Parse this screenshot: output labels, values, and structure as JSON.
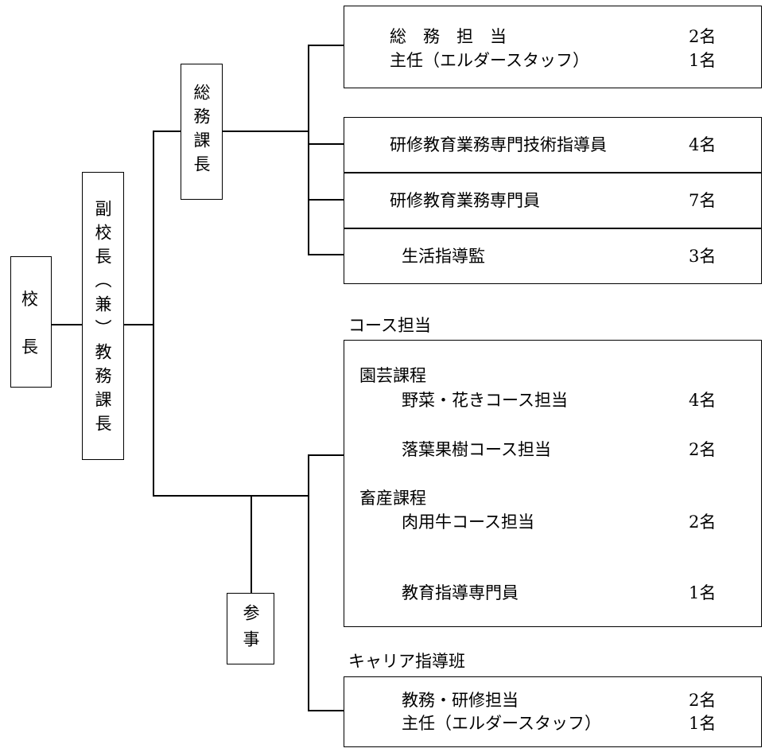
{
  "principal": {
    "char1": "校",
    "char2": "長"
  },
  "vice_principal": {
    "label": "副校長（兼）教務課長"
  },
  "general_affairs_manager": {
    "label": "総務課長"
  },
  "councilor": {
    "label": "参事"
  },
  "general_box": {
    "rows": [
      {
        "label": "総　務　担　当",
        "count": "2名"
      },
      {
        "label": "主任（エルダースタッフ）",
        "count": "1名"
      }
    ]
  },
  "training_box": {
    "rows": [
      {
        "label": "研修教育業務専門技術指導員",
        "count": "4名"
      },
      {
        "label": "研修教育業務専門員",
        "count": "7名"
      },
      {
        "label": "生活指導監",
        "count": "3名"
      }
    ]
  },
  "course": {
    "title": "コース担当",
    "horticulture": "園芸課程",
    "livestock": "畜産課程",
    "rows": [
      {
        "label": "野菜・花きコース担当",
        "count": "4名"
      },
      {
        "label": "落葉果樹コース担当",
        "count": "2名"
      },
      {
        "label": "肉用牛コース担当",
        "count": "2名"
      },
      {
        "label": "教育指導専門員",
        "count": "1名"
      }
    ]
  },
  "career": {
    "title": "キャリア指導班",
    "rows": [
      {
        "label": "教務・研修担当",
        "count": "2名"
      },
      {
        "label": "主任（エルダースタッフ）",
        "count": "1名"
      }
    ]
  }
}
